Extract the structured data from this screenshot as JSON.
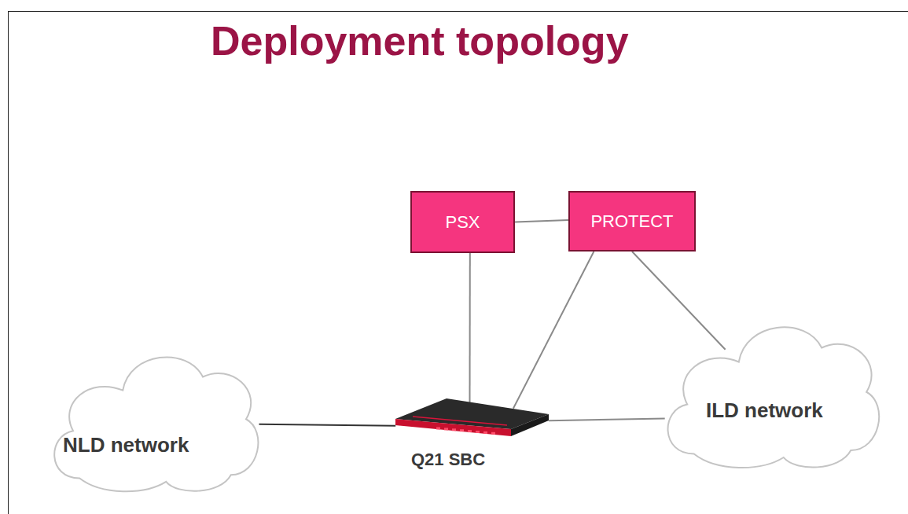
{
  "diagram": {
    "title": "Deployment topology",
    "nodes": [
      {
        "text": [
          "PSX"
        ]
      },
      {
        "text": [
          "PROTECT"
        ]
      },
      {
        "text": [
          "Q21 SBC"
        ]
      },
      {
        "text": [
          "NLD network"
        ]
      },
      {
        "text": [
          "ILD network"
        ]
      }
    ],
    "edges": [
      {
        "from": 0,
        "to": 1,
        "arrow": "none"
      },
      {
        "from": 0,
        "to": 2,
        "arrow": "none"
      },
      {
        "from": 1,
        "to": 2,
        "arrow": "none"
      },
      {
        "from": 1,
        "to": 4,
        "arrow": "none"
      },
      {
        "from": 3,
        "to": 2,
        "arrow": "none"
      },
      {
        "from": 2,
        "to": 4,
        "arrow": "none"
      }
    ]
  }
}
